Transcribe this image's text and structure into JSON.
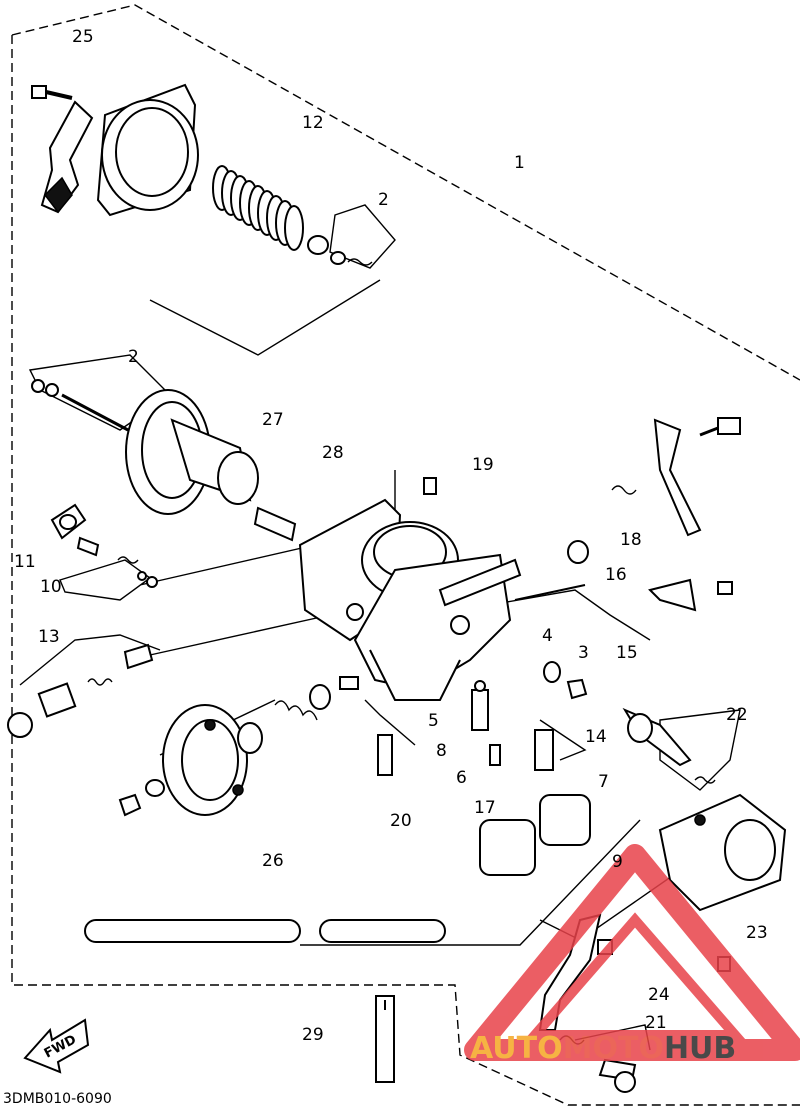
{
  "callouts": [
    "25",
    "12",
    "1",
    "2",
    "2",
    "27",
    "28",
    "19",
    "11",
    "10",
    "18",
    "16",
    "13",
    "4",
    "3",
    "15",
    "5",
    "22",
    "8",
    "14",
    "6",
    "7",
    "17",
    "20",
    "26",
    "9",
    "23",
    "24",
    "21",
    "29"
  ],
  "diagram_code": "3DMB010-6090",
  "fwd_label": "FWD",
  "watermark": {
    "auto": "AUTO",
    "moto": "MOTO",
    "hub": "HUB",
    "colors": {
      "auto": "#f5a623",
      "moto": "#e84c3d",
      "hub": "#2a2a2a",
      "triangle": "#e8424a"
    }
  }
}
